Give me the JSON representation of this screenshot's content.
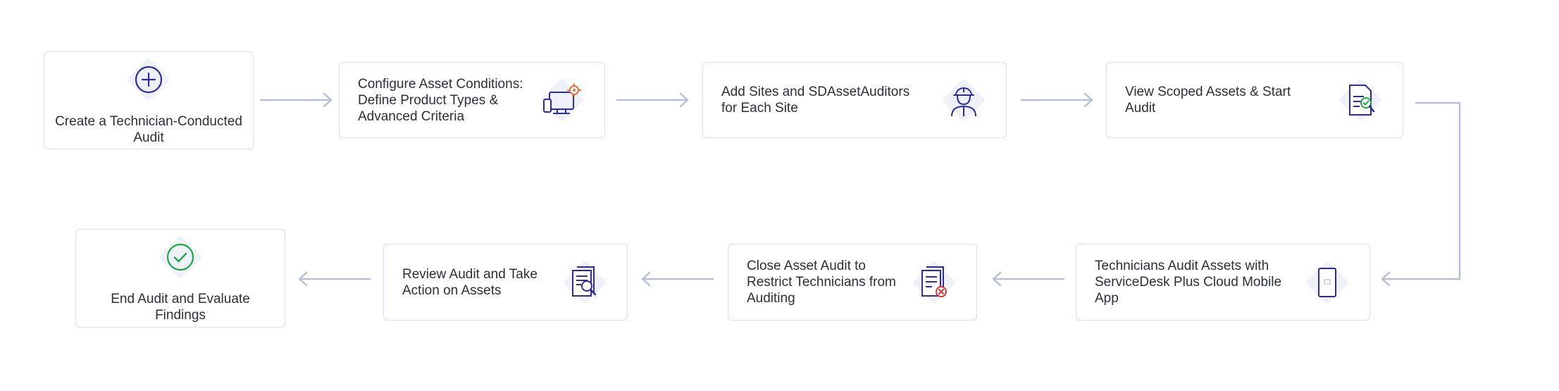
{
  "steps": [
    {
      "label": "Create a Technician-Conducted Audit",
      "icon": "plus-circle-icon"
    },
    {
      "label": "Configure Asset Conditions: Define Product Types & Advanced Criteria",
      "icon": "devices-gear-icon"
    },
    {
      "label": "Add Sites and SDAssetAuditors for Each Site",
      "icon": "technician-helmet-icon"
    },
    {
      "label": "View Scoped Assets & Start Audit",
      "icon": "document-check-icon"
    },
    {
      "label": "Technicians Audit Assets with ServiceDesk Plus Cloud Mobile App",
      "icon": "mobile-phone-icon"
    },
    {
      "label": "Close Asset Audit to Restrict Technicians from Auditing",
      "icon": "document-cross-icon"
    },
    {
      "label": "Review Audit and Take Action on Assets",
      "icon": "document-search-icon"
    },
    {
      "label": "End Audit and Evaluate Findings",
      "icon": "check-circle-icon"
    }
  ],
  "colors": {
    "icon_primary": "#2f2c9a",
    "icon_gear": "#e8703a",
    "icon_check": "#1fa64a",
    "icon_cross": "#d63a3a",
    "connector": "#b8c0d8",
    "card_border": "#d9def0"
  }
}
